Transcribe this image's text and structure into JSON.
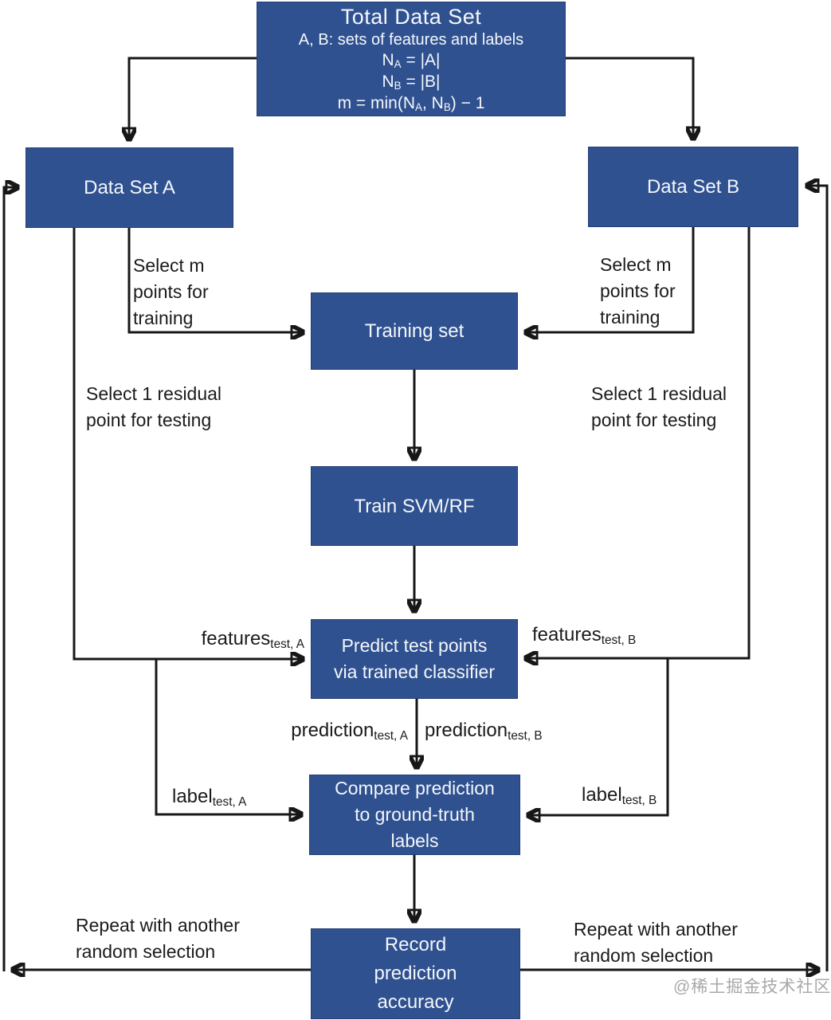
{
  "diagram": {
    "colors": {
      "box_fill": "#30518F",
      "box_text": "#F3F7FC",
      "connector_line": "#171717",
      "annotation_text": "#1B1B1B",
      "watermark_text": "#A8A8A8"
    },
    "boxes": {
      "total": {
        "title": "Total Data Set",
        "line2": "A, B: sets of features and labels",
        "na_base": "N",
        "na_sub": "A",
        "na_rest": " = |A|",
        "nb_base": "N",
        "nb_sub": "B",
        "nb_rest": " = |B|",
        "m_p1": "m = min(N",
        "m_s1": "A",
        "m_p2": ", N",
        "m_s2": "B",
        "m_p3": ") − 1"
      },
      "data_set_a": {
        "label": "Data Set A"
      },
      "data_set_b": {
        "label": "Data Set B"
      },
      "training_set": {
        "label": "Training set"
      },
      "train_svm_rf": {
        "label": "Train SVM/RF"
      },
      "predict": {
        "label": "Predict test points\nvia trained classifier"
      },
      "compare": {
        "label": "Compare prediction\nto ground-truth\nlabels"
      },
      "record": {
        "label": "Record\nprediction\naccuracy"
      }
    },
    "annotations": {
      "select_m_left": "Select m\npoints for\ntraining",
      "select_m_right": "Select m\npoints for\ntraining",
      "select_1_left": "Select 1 residual\npoint for testing",
      "select_1_right": "Select 1 residual\npoint for testing",
      "features_a": {
        "base": "features",
        "sub": "test, A"
      },
      "features_b": {
        "base": "features",
        "sub": "test, B"
      },
      "prediction_a": {
        "base": "prediction",
        "sub": "test, A"
      },
      "prediction_b": {
        "base": "prediction",
        "sub": "test, B"
      },
      "label_a": {
        "base": "label",
        "sub": "test, A"
      },
      "label_b": {
        "base": "label",
        "sub": "test, B"
      },
      "repeat_left": "Repeat with another\nrandom selection",
      "repeat_right": "Repeat with another\nrandom selection",
      "watermark": "@稀土掘金技术社区"
    }
  }
}
